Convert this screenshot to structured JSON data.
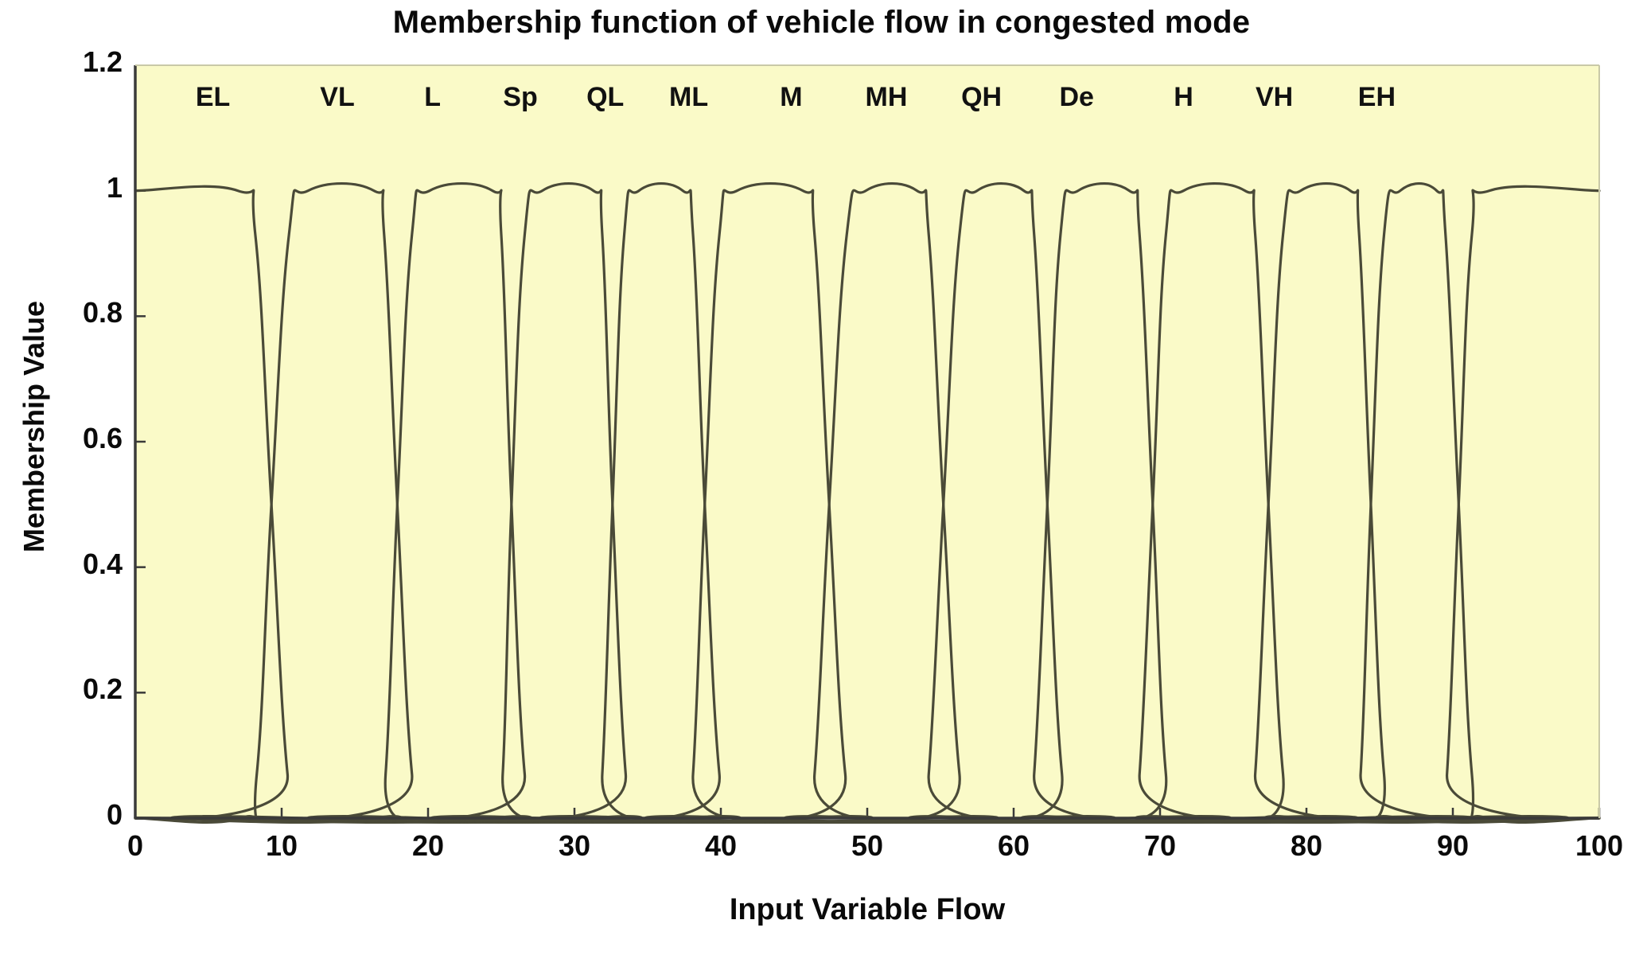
{
  "chart_data": {
    "type": "line",
    "title": "Membership function of vehicle flow in congested mode",
    "xlabel": "Input Variable Flow",
    "ylabel": "Membership Value",
    "xlim": [
      0,
      100
    ],
    "ylim": [
      0,
      1.2
    ],
    "xticks": [
      0,
      10,
      20,
      30,
      40,
      50,
      60,
      70,
      80,
      90,
      100
    ],
    "xtick_labels": [
      "0",
      "10",
      "20",
      "30",
      "40",
      "50",
      "60",
      "70",
      "80",
      "90",
      "100"
    ],
    "yticks": [
      0,
      0.2,
      0.4,
      0.6,
      0.8,
      1,
      1.2
    ],
    "ytick_labels": [
      "0",
      "0.2",
      "0.4",
      "0.6",
      "0.8",
      "1",
      "1.2"
    ],
    "grid": false,
    "legend": "none",
    "plot_bgcolor": "#FAFAC8",
    "line_color": "#4a4a38",
    "axis_color": "#3a3a3a",
    "series": [
      {
        "name": "EL",
        "label": "EL",
        "label_x": 1.5,
        "shoulder": "left",
        "points": [
          [
            0,
            1
          ],
          [
            7.0,
            1
          ],
          [
            8.2,
            0.93
          ],
          [
            9.3,
            0.5
          ],
          [
            10.4,
            0.07
          ],
          [
            11.4,
            0
          ],
          [
            100,
            0
          ]
        ]
      },
      {
        "name": "VL",
        "label": "VL",
        "label_x": 10.0,
        "shoulder": "none",
        "points": [
          [
            0,
            0
          ],
          [
            7.2,
            0
          ],
          [
            8.3,
            0.07
          ],
          [
            9.3,
            0.5
          ],
          [
            10.5,
            0.93
          ],
          [
            11.8,
            1
          ],
          [
            16.3,
            1
          ],
          [
            17.0,
            0.93
          ],
          [
            17.9,
            0.5
          ],
          [
            18.9,
            0.07
          ],
          [
            19.9,
            0
          ],
          [
            100,
            0
          ]
        ]
      },
      {
        "name": "L",
        "label": "L",
        "label_x": 16.5,
        "shoulder": "none",
        "points": [
          [
            0,
            0
          ],
          [
            16.4,
            0
          ],
          [
            17.1,
            0.07
          ],
          [
            17.9,
            0.5
          ],
          [
            18.9,
            0.93
          ],
          [
            20.1,
            1
          ],
          [
            24.4,
            1
          ],
          [
            25.0,
            0.93
          ],
          [
            25.7,
            0.5
          ],
          [
            26.6,
            0.07
          ],
          [
            27.6,
            0
          ],
          [
            100,
            0
          ]
        ]
      },
      {
        "name": "Sp",
        "label": "Sp",
        "label_x": 22.5,
        "shoulder": "none",
        "points": [
          [
            0,
            0
          ],
          [
            24.5,
            0
          ],
          [
            25.1,
            0.07
          ],
          [
            25.7,
            0.5
          ],
          [
            26.6,
            0.93
          ],
          [
            27.8,
            1
          ],
          [
            31.3,
            1
          ],
          [
            31.9,
            0.93
          ],
          [
            32.6,
            0.5
          ],
          [
            33.5,
            0.07
          ],
          [
            34.3,
            0
          ],
          [
            100,
            0
          ]
        ]
      },
      {
        "name": "QL",
        "label": "QL",
        "label_x": 28.3,
        "shoulder": "none",
        "points": [
          [
            0,
            0
          ],
          [
            31.4,
            0
          ],
          [
            31.9,
            0.07
          ],
          [
            32.6,
            0.5
          ],
          [
            33.4,
            0.93
          ],
          [
            34.4,
            1
          ],
          [
            37.4,
            1
          ],
          [
            38.1,
            0.93
          ],
          [
            38.9,
            0.5
          ],
          [
            39.9,
            0.07
          ],
          [
            40.9,
            0
          ],
          [
            100,
            0
          ]
        ]
      },
      {
        "name": "ML",
        "label": "ML",
        "label_x": 34.0,
        "shoulder": "none",
        "points": [
          [
            0,
            0
          ],
          [
            37.5,
            0
          ],
          [
            38.1,
            0.07
          ],
          [
            38.9,
            0.5
          ],
          [
            39.9,
            0.93
          ],
          [
            41.1,
            1
          ],
          [
            45.6,
            1
          ],
          [
            46.4,
            0.93
          ],
          [
            47.4,
            0.5
          ],
          [
            48.5,
            0.07
          ],
          [
            49.6,
            0
          ],
          [
            100,
            0
          ]
        ]
      },
      {
        "name": "M",
        "label": "M",
        "label_x": 41.0,
        "shoulder": "none",
        "points": [
          [
            0,
            0
          ],
          [
            45.7,
            0
          ],
          [
            46.4,
            0.07
          ],
          [
            47.4,
            0.5
          ],
          [
            48.6,
            0.93
          ],
          [
            49.9,
            1
          ],
          [
            53.4,
            1
          ],
          [
            54.2,
            0.93
          ],
          [
            55.2,
            0.5
          ],
          [
            56.3,
            0.07
          ],
          [
            57.3,
            0
          ],
          [
            100,
            0
          ]
        ]
      },
      {
        "name": "MH",
        "label": "MH",
        "label_x": 47.5,
        "shoulder": "none",
        "points": [
          [
            0,
            0
          ],
          [
            53.5,
            0
          ],
          [
            54.2,
            0.07
          ],
          [
            55.2,
            0.5
          ],
          [
            56.3,
            0.93
          ],
          [
            57.5,
            1
          ],
          [
            60.7,
            1
          ],
          [
            61.4,
            0.93
          ],
          [
            62.3,
            0.5
          ],
          [
            63.3,
            0.07
          ],
          [
            64.3,
            0
          ],
          [
            100,
            0
          ]
        ]
      },
      {
        "name": "QH",
        "label": "QH",
        "label_x": 54.0,
        "shoulder": "none",
        "points": [
          [
            0,
            0
          ],
          [
            60.8,
            0
          ],
          [
            61.4,
            0.07
          ],
          [
            62.3,
            0.5
          ],
          [
            63.2,
            0.93
          ],
          [
            64.4,
            1
          ],
          [
            67.9,
            1
          ],
          [
            68.6,
            0.93
          ],
          [
            69.5,
            0.5
          ],
          [
            70.4,
            0.07
          ],
          [
            71.4,
            0
          ],
          [
            100,
            0
          ]
        ]
      },
      {
        "name": "De",
        "label": "De",
        "label_x": 60.5,
        "shoulder": "none",
        "points": [
          [
            0,
            0
          ],
          [
            68.0,
            0
          ],
          [
            68.6,
            0.07
          ],
          [
            69.5,
            0.5
          ],
          [
            70.4,
            0.93
          ],
          [
            71.6,
            1
          ],
          [
            75.8,
            1
          ],
          [
            76.5,
            0.93
          ],
          [
            77.4,
            0.5
          ],
          [
            78.4,
            0.07
          ],
          [
            79.4,
            0
          ],
          [
            100,
            0
          ]
        ]
      },
      {
        "name": "H",
        "label": "H",
        "label_x": 67.8,
        "shoulder": "none",
        "points": [
          [
            0,
            0
          ],
          [
            75.9,
            0
          ],
          [
            76.5,
            0.07
          ],
          [
            77.4,
            0.5
          ],
          [
            78.4,
            0.93
          ],
          [
            79.6,
            1
          ],
          [
            83.0,
            1
          ],
          [
            83.6,
            0.93
          ],
          [
            84.4,
            0.5
          ],
          [
            85.3,
            0.07
          ],
          [
            86.3,
            0
          ],
          [
            100,
            0
          ]
        ]
      },
      {
        "name": "VH",
        "label": "VH",
        "label_x": 74.0,
        "shoulder": "none",
        "points": [
          [
            0,
            0
          ],
          [
            83.1,
            0
          ],
          [
            83.7,
            0.07
          ],
          [
            84.4,
            0.5
          ],
          [
            85.3,
            0.93
          ],
          [
            86.4,
            1
          ],
          [
            88.9,
            1
          ],
          [
            89.5,
            0.93
          ],
          [
            90.4,
            0.5
          ],
          [
            91.3,
            0.07
          ],
          [
            92.3,
            0
          ],
          [
            100,
            0
          ]
        ]
      },
      {
        "name": "EH",
        "label": "EH",
        "label_x": 81.0,
        "shoulder": "right",
        "points": [
          [
            0,
            0
          ],
          [
            89.0,
            0
          ],
          [
            89.6,
            0.07
          ],
          [
            90.4,
            0.5
          ],
          [
            91.3,
            0.93
          ],
          [
            92.5,
            1
          ],
          [
            100,
            1
          ]
        ]
      }
    ]
  }
}
